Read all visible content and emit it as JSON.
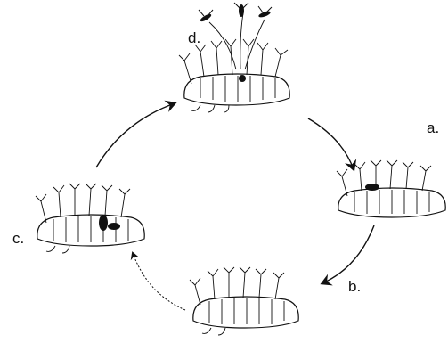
{
  "diagram": {
    "stages": [
      {
        "id": "d",
        "label": "d."
      },
      {
        "id": "a",
        "label": "a."
      },
      {
        "id": "b",
        "label": "b."
      },
      {
        "id": "c",
        "label": "c."
      }
    ],
    "cycle_direction": "clockwise",
    "colors": {
      "ink": "#111111",
      "background": "#ffffff"
    },
    "icons": [
      "moss-clump",
      "insect-larva",
      "winged-insect",
      "cycle-arrow"
    ]
  }
}
